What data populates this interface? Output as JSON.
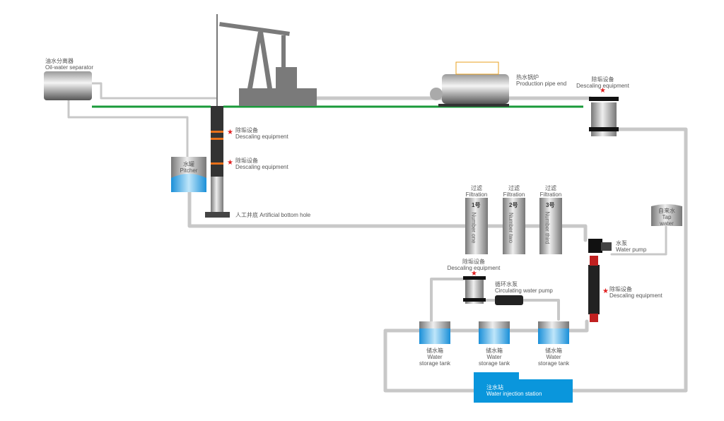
{
  "colors": {
    "pipe": "#c8c8c8",
    "ground": "#1a9a3a",
    "water": "#2a9de0",
    "station": "#0a96dc",
    "star": "#e02020",
    "machine": "#7a7a7a"
  },
  "labels": {
    "separator": {
      "cn": "油水分离器",
      "en": "Oil-water separator"
    },
    "pitcher": {
      "cn": "水罐",
      "en": "Pitcher"
    },
    "descaling_well_1": {
      "cn": "除垢设备",
      "en": "Descaling equipment"
    },
    "descaling_well_2": {
      "cn": "除垢设备",
      "en": "Descaling equipment"
    },
    "bottom_hole": {
      "text": "人工井底 Artificial bottom hole"
    },
    "boiler": {
      "cn": "热水锅炉",
      "en": "Production pipe end"
    },
    "descaling_top": {
      "cn": "除垢设备",
      "en": "Descaling equipment"
    },
    "filters": [
      {
        "cn": "过滤",
        "en": "Filtration",
        "num": "1号",
        "side": "Number one"
      },
      {
        "cn": "过滤",
        "en": "Filtration",
        "num": "2号",
        "side": "Number two"
      },
      {
        "cn": "过滤",
        "en": "Filtration",
        "num": "3号",
        "side": "Number third"
      }
    ],
    "tap": {
      "cn": "自来水",
      "en1": "Tap",
      "en2": "water"
    },
    "water_pump": {
      "cn": "水泵",
      "en": "Water pump"
    },
    "descaling_vertical": {
      "cn": "除垢设备",
      "en": "Descaling equipment"
    },
    "descaling_circ": {
      "cn": "除垢设备",
      "en": "Descaling equipment"
    },
    "circ_pump": {
      "cn": "循环水泵",
      "en": "Circulating water pump"
    },
    "tanks": [
      {
        "cn": "储水箱",
        "en1": "Water",
        "en2": "storage tank"
      },
      {
        "cn": "储水箱",
        "en1": "Water",
        "en2": "storage tank"
      },
      {
        "cn": "储水箱",
        "en1": "Water",
        "en2": "storage tank"
      }
    ],
    "station": {
      "cn": "注水站",
      "en": "Water injection station"
    }
  }
}
